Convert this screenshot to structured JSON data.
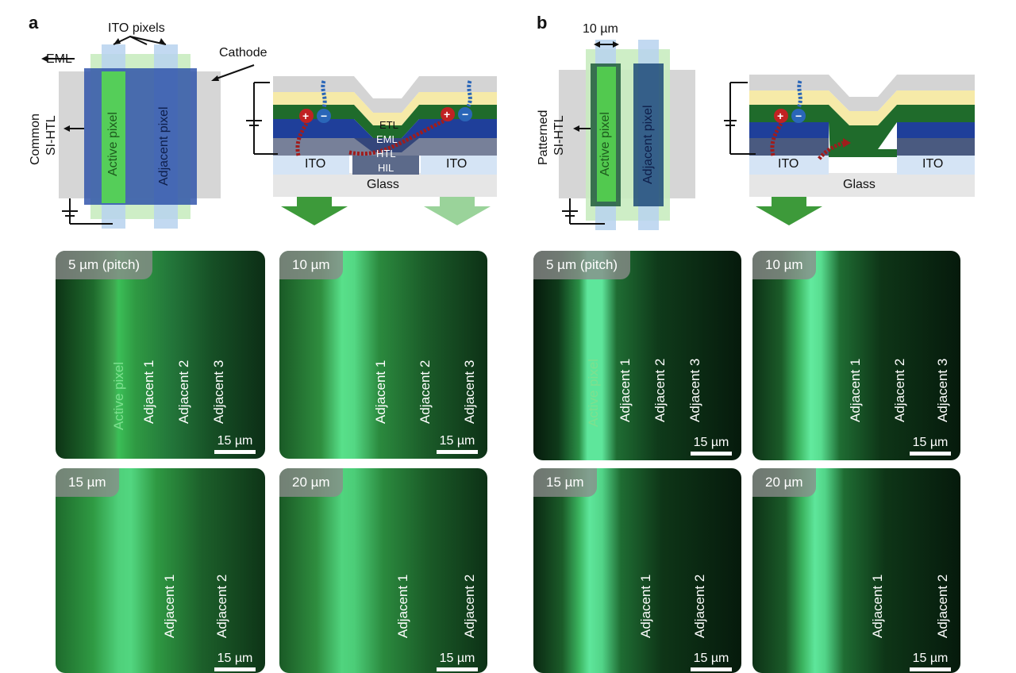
{
  "panel_a": {
    "letter": "a",
    "labels": {
      "ito_pixels": "ITO pixels",
      "eml": "EML",
      "cathode": "Cathode",
      "common_si_htl_line1": "Common",
      "common_si_htl_line2": "SI-HTL",
      "active_pixel": "Active pixel",
      "adjacent_pixel": "Adjacent pixel"
    },
    "stack": {
      "etl": "ETL",
      "eml": "EML",
      "htl": "HTL",
      "hil": "HIL",
      "ito_left": "ITO",
      "ito_right": "ITO",
      "glass": "Glass"
    },
    "micrographs": [
      {
        "pitch": "5 µm (pitch)",
        "labels": [
          "Active pixel",
          "Adjacent 1",
          "Adjacent 2",
          "Adjacent 3"
        ],
        "scale": "15 µm"
      },
      {
        "pitch": "10 µm",
        "labels": [
          "Adjacent 1",
          "Adjacent 2",
          "Adjacent 3"
        ],
        "scale": "15 µm"
      },
      {
        "pitch": "15 µm",
        "labels": [
          "Adjacent 1",
          "Adjacent 2"
        ],
        "scale": "15 µm"
      },
      {
        "pitch": "20 µm",
        "labels": [
          "Adjacent 1",
          "Adjacent 2"
        ],
        "scale": "15 µm"
      }
    ]
  },
  "panel_b": {
    "letter": "b",
    "labels": {
      "width": "10 µm",
      "patterned_si_htl_line1": "Patterned",
      "patterned_si_htl_line2": "SI-HTL",
      "active_pixel": "Active pixel",
      "adjacent_pixel": "Adjacent pixel"
    },
    "stack": {
      "ito_left": "ITO",
      "ito_right": "ITO",
      "glass": "Glass"
    },
    "micrographs": [
      {
        "pitch": "5 µm (pitch)",
        "labels": [
          "Active pixel",
          "Adjacent 1",
          "Adjacent 2",
          "Adjacent 3"
        ],
        "scale": "15 µm"
      },
      {
        "pitch": "10 µm",
        "labels": [
          "Adjacent 1",
          "Adjacent 2",
          "Adjacent 3"
        ],
        "scale": "15 µm"
      },
      {
        "pitch": "15 µm",
        "labels": [
          "Adjacent 1",
          "Adjacent 2"
        ],
        "scale": "15 µm"
      },
      {
        "pitch": "20 µm",
        "labels": [
          "Adjacent 1",
          "Adjacent 2"
        ],
        "scale": "15 µm"
      }
    ]
  },
  "colors": {
    "emission_green": "#4fe08a",
    "eml_green": "#1f6b2b",
    "htl_blue": "#1f3f9a",
    "etl_yellow": "#f6eaa8",
    "ito_blue": "#cfe0f4",
    "gray": "#d8d8d8"
  }
}
